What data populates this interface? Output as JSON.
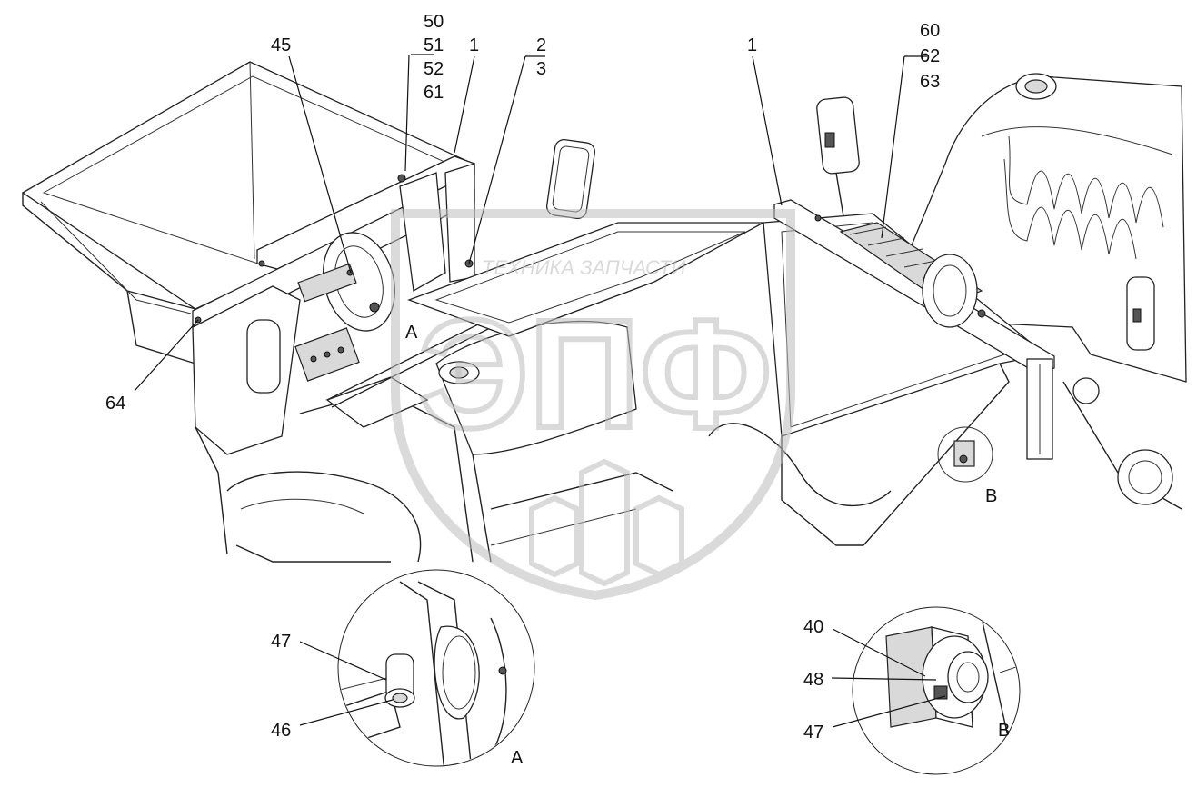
{
  "watermark": {
    "text": "ТЕХНИКА ЗАПЧАСТИ",
    "logo": "ЭПФ",
    "color": "#bdbdbd"
  },
  "callouts": {
    "c45": "45",
    "c50": "50",
    "c51": "51",
    "c52": "52",
    "c61": "61",
    "c1_left": "1",
    "c2": "2",
    "c3": "3",
    "c64": "64",
    "view_a_main": "A",
    "c1_right": "1",
    "c60": "60",
    "c62": "62",
    "c63": "63",
    "view_b_main": "B",
    "c47_a": "47",
    "c46": "46",
    "view_a_detail": "A",
    "c40": "40",
    "c48": "48",
    "c47_b": "47",
    "view_b_detail": "B"
  }
}
